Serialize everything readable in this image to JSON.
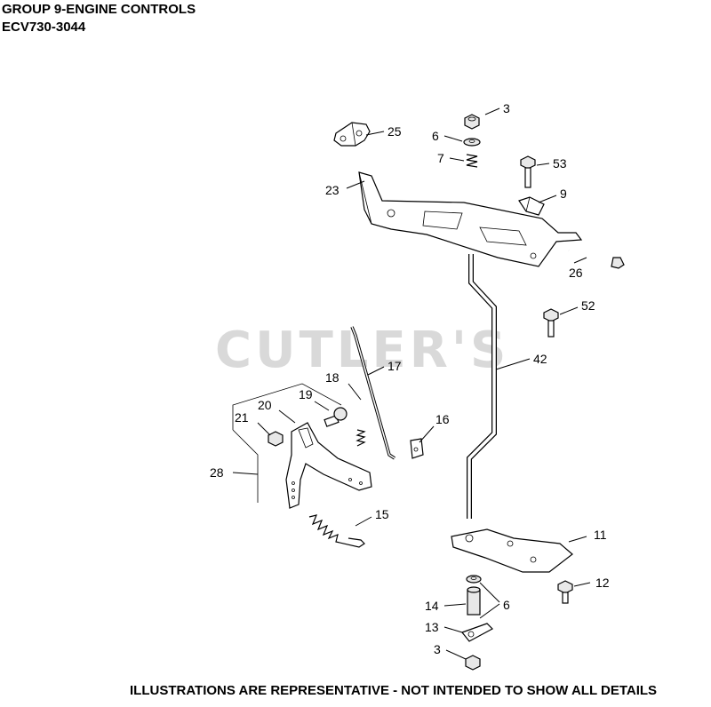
{
  "header": {
    "title": "GROUP 9-ENGINE CONTROLS",
    "model": "ECV730-3044"
  },
  "watermark": "CUTLER'S",
  "footer": "ILLUSTRATIONS ARE REPRESENTATIVE - NOT INTENDED TO SHOW ALL DETAILS",
  "callouts": {
    "c3_top": "3",
    "c6_top": "6",
    "c7": "7",
    "c53": "53",
    "c25": "25",
    "c23": "23",
    "c9": "9",
    "c26": "26",
    "c52": "52",
    "c42": "42",
    "c17": "17",
    "c18": "18",
    "c19": "19",
    "c20": "20",
    "c21": "21",
    "c16": "16",
    "c28": "28",
    "c15": "15",
    "c11": "11",
    "c12": "12",
    "c14": "14",
    "c6_bottom": "6",
    "c13": "13",
    "c3_bottom": "3"
  }
}
